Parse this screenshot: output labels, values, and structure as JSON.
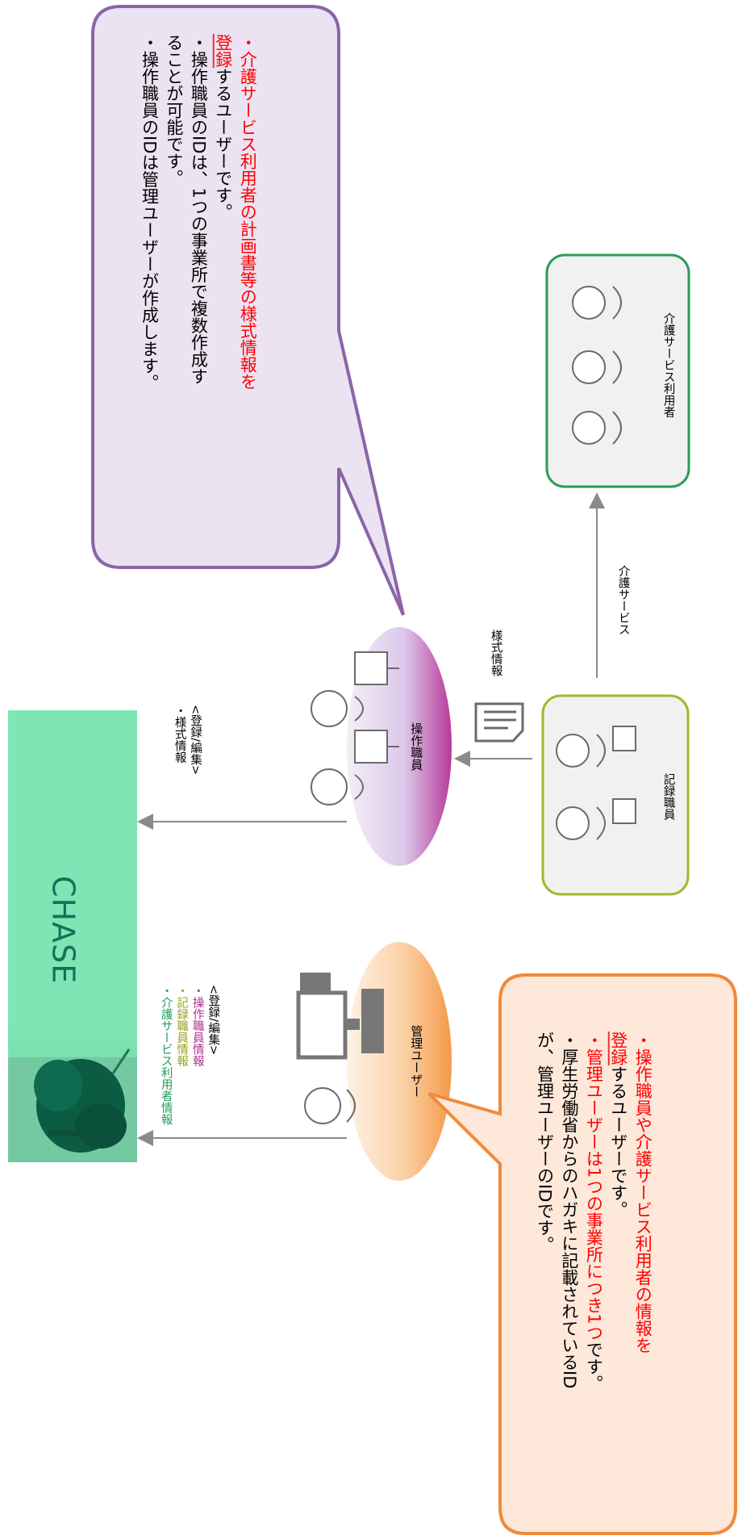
{
  "chase": {
    "label": "CHASE",
    "color": "#7fe5b5",
    "text_color": "#17705a"
  },
  "admin_user": {
    "label": "管理ユーザー",
    "color": "#f7b06a",
    "arrow_label": {
      "heading": "<登録/編集>",
      "items": [
        "・操作職員情報",
        "・記録職員情報",
        "・介護サービス利用者情報"
      ]
    },
    "bubble": {
      "border": "#f08a3a",
      "fill": "#fde8da",
      "line1_red": "・操作職員や介護サービス利用者の情報を",
      "line2_a": "登録",
      "line2_b": "するユーザーです。",
      "line3_red": "・管理ユーザーは1つの事業所につき1つ",
      "line3_b": "です。",
      "line4": "・厚生労働省からのハガキに記載されているID",
      "line5": "が、管理ユーザーのIDです。"
    }
  },
  "operation_staff": {
    "label": "操作職員",
    "color": "#b73a9a",
    "arrow_label": {
      "heading": "<登録/編集>",
      "item": "・様式情報"
    },
    "bubble": {
      "border": "#8b64a8",
      "fill": "#ebe3f1",
      "line1_red": "・介護サービス利用者の計画書等の様式情報を",
      "line2_a": "登録",
      "line2_b": "するユーザーです。",
      "line3": "・操作職員のIDは、1つの事業所で複数作成す",
      "line4": "ることが可能です。",
      "line5": "・操作職員のIDは管理ユーザーが作成します。"
    }
  },
  "record_staff": {
    "label": "記録職員",
    "border": "#a7b52c"
  },
  "form_info_label": "様式情報",
  "care_service_label": "介護サービス",
  "care_users": {
    "label": "介護サービス利用者",
    "border": "#2e9a5a"
  }
}
